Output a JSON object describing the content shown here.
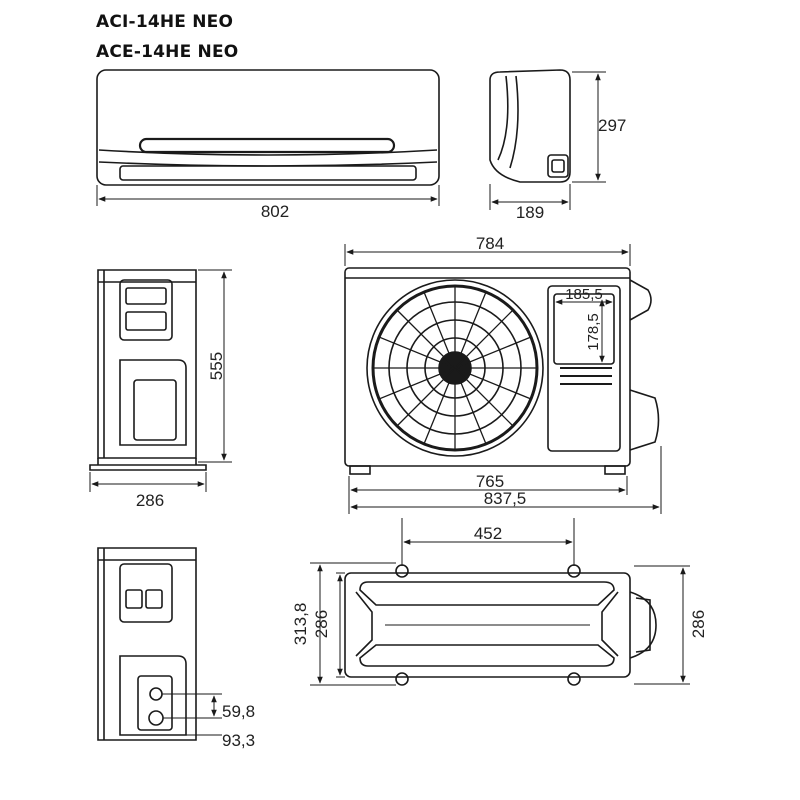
{
  "titles": {
    "indoor_model": "ACI-14HE NEO",
    "outdoor_model": "ACE-14HE NEO"
  },
  "indoor_unit": {
    "width": "802",
    "height": "297",
    "depth": "189"
  },
  "outdoor_unit": {
    "side_height": "555",
    "side_depth": "286",
    "front_width_top": "784",
    "panel_width": "185,5",
    "panel_height": "178,5",
    "base_width": "765",
    "overall_width": "837,5",
    "mount_hole_spacing": "452",
    "base_depth_inner": "313,8",
    "base_depth_mid": "286",
    "base_depth_right": "286",
    "valve_offset_1": "59,8",
    "valve_offset_2": "93,3"
  },
  "colors": {
    "line": "#1a1a1a",
    "fill": "#ffffff"
  }
}
